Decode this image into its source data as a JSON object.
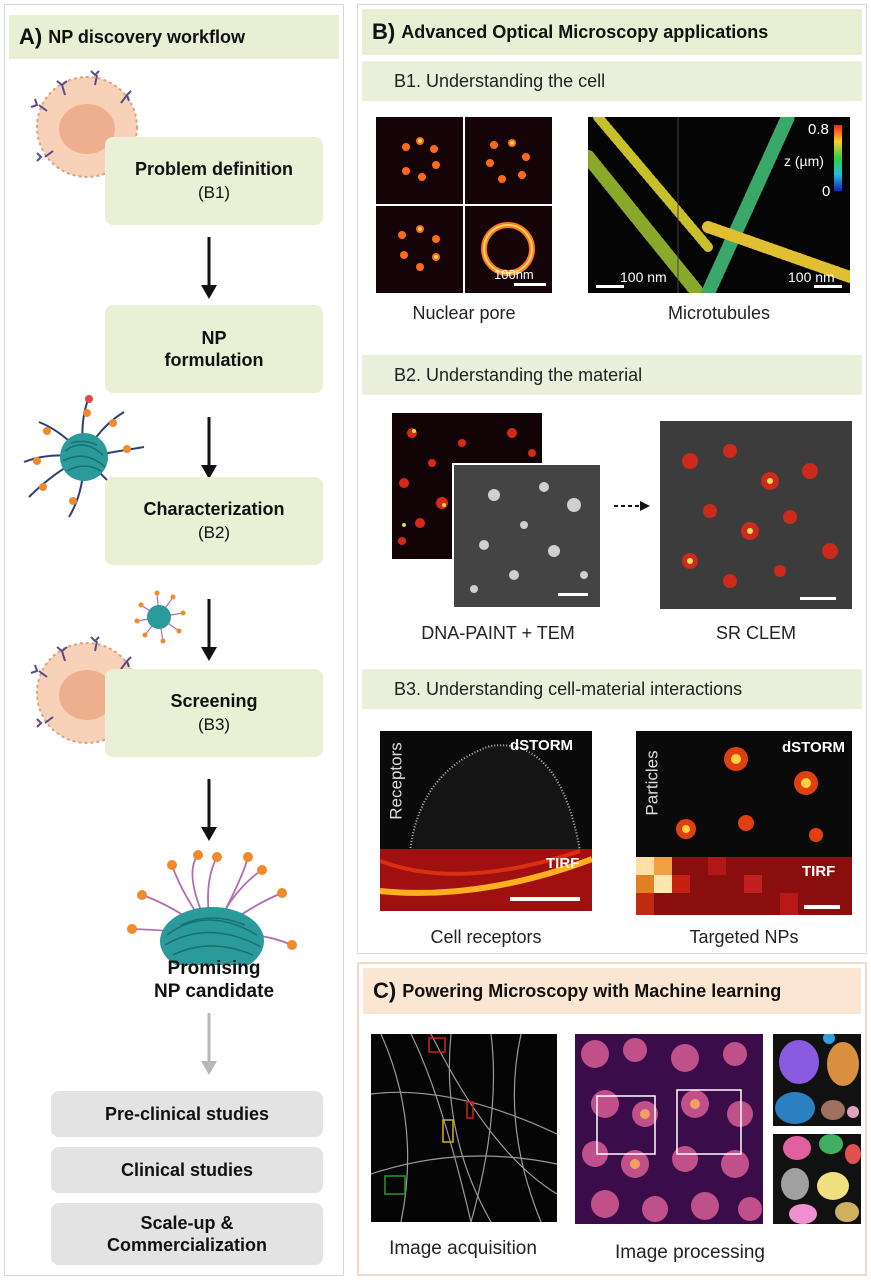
{
  "panel_a": {
    "letter": "A)",
    "title": "NP discovery workflow",
    "steps": [
      {
        "title": "Problem definition",
        "sub": "(B1)"
      },
      {
        "title": "NP",
        "title2": "formulation"
      },
      {
        "title": "Characterization",
        "sub": "(B2)"
      },
      {
        "title": "Screening",
        "sub": "(B3)"
      }
    ],
    "candidate": {
      "line1": "Promising",
      "line2": "NP candidate"
    },
    "stages": [
      {
        "line1": "Pre-clinical studies"
      },
      {
        "line1": "Clinical studies"
      },
      {
        "line1": "Scale-up &",
        "line2": "Commercialization"
      }
    ]
  },
  "panel_b": {
    "letter": "B)",
    "title": "Advanced Optical Microscopy applications",
    "b1": {
      "title": "B1. Understanding the cell",
      "nuclear_scale": "100nm",
      "nuclear_caption": "Nuclear pore",
      "micro_scale_left": "100 nm",
      "micro_scale_right": "100 nm",
      "colorbar_max": "0.8",
      "colorbar_min": "0",
      "colorbar_label": "z (µm)",
      "micro_caption": "Microtubules"
    },
    "b2": {
      "title": "B2. Understanding the material",
      "left_caption": "DNA-PAINT + TEM",
      "right_caption": "SR CLEM"
    },
    "b3": {
      "title": "B3. Understanding cell-material interactions",
      "left_side_label": "Receptors",
      "left_top_label": "dSTORM",
      "left_bottom_label": "TIRF",
      "left_caption": "Cell receptors",
      "right_side_label": "Particles",
      "right_top_label": "dSTORM",
      "right_bottom_label": "TIRF",
      "right_caption": "Targeted NPs"
    }
  },
  "panel_c": {
    "letter": "C)",
    "title": "Powering Microscopy with Machine learning",
    "left_caption": "Image acquisition",
    "right_caption": "Image processing"
  },
  "colors": {
    "header_green": "#e8efd5",
    "header_peach": "#fbe6d3",
    "step_gray": "#e3e3e3",
    "teal": "#2a9a9a",
    "orange": "#f08a2a",
    "magenta": "#c05aa0"
  }
}
